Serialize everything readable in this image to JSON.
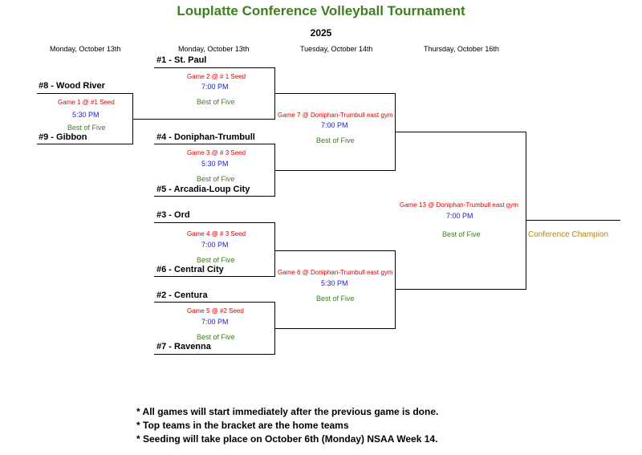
{
  "title": "Louplatte Conference Volleyball Tournament",
  "year": "2025",
  "days": [
    "Monday, October 13th",
    "Monday, October 13th",
    "Tuesday, October 14th",
    "Thursday, October 16th"
  ],
  "teams": {
    "t8": "#8 - Wood River",
    "t9": "#9 - Gibbon",
    "t1": "#1 - St. Paul",
    "t4": "#4 - Doniphan-Trumbull",
    "t5": "#5 - Arcadia-Loup City",
    "t3": "#3 - Ord",
    "t6": "#6 - Central City",
    "t2": "#2 - Centura",
    "t7": "#7 - Ravenna"
  },
  "games": {
    "g1": {
      "name": "Game 1 @ #1 Seed",
      "time": "5:30 PM",
      "format": "Best of Five"
    },
    "g2": {
      "name": "Game 2 @ # 1 Seed",
      "time": "7:00 PM",
      "format": "Best of Five"
    },
    "g3": {
      "name": "Game 3 @ # 3 Seed",
      "time": "5:30 PM",
      "format": "Best of Five"
    },
    "g4": {
      "name": "Game 4 @ # 3 Seed",
      "time": "7:00 PM",
      "format": "Best of Five"
    },
    "g5": {
      "name": "Game 5 @ #2 Seed",
      "time": "7:00 PM",
      "format": "Best of Five"
    },
    "g7": {
      "name": "Game 7 @ Doniphan-Trumbull east gym",
      "time": "7:00 PM",
      "format": "Best of Five"
    },
    "g6": {
      "name": "Game 6 @ Doniphan-Trumbull east gym",
      "time": "5:30 PM",
      "format": "Best of Five"
    },
    "g13": {
      "name": "Game 13 @ Doniphan-Trumbull east gym",
      "time": "7:00 PM",
      "format": "Best of Five"
    }
  },
  "champion_label": "Conference Champion",
  "notes": [
    "* All games will start immediately after the previous game is done.",
    "* Top teams in the bracket are the home teams",
    "* Seeding will take place on October 6th (Monday) NSAA Week 14."
  ]
}
